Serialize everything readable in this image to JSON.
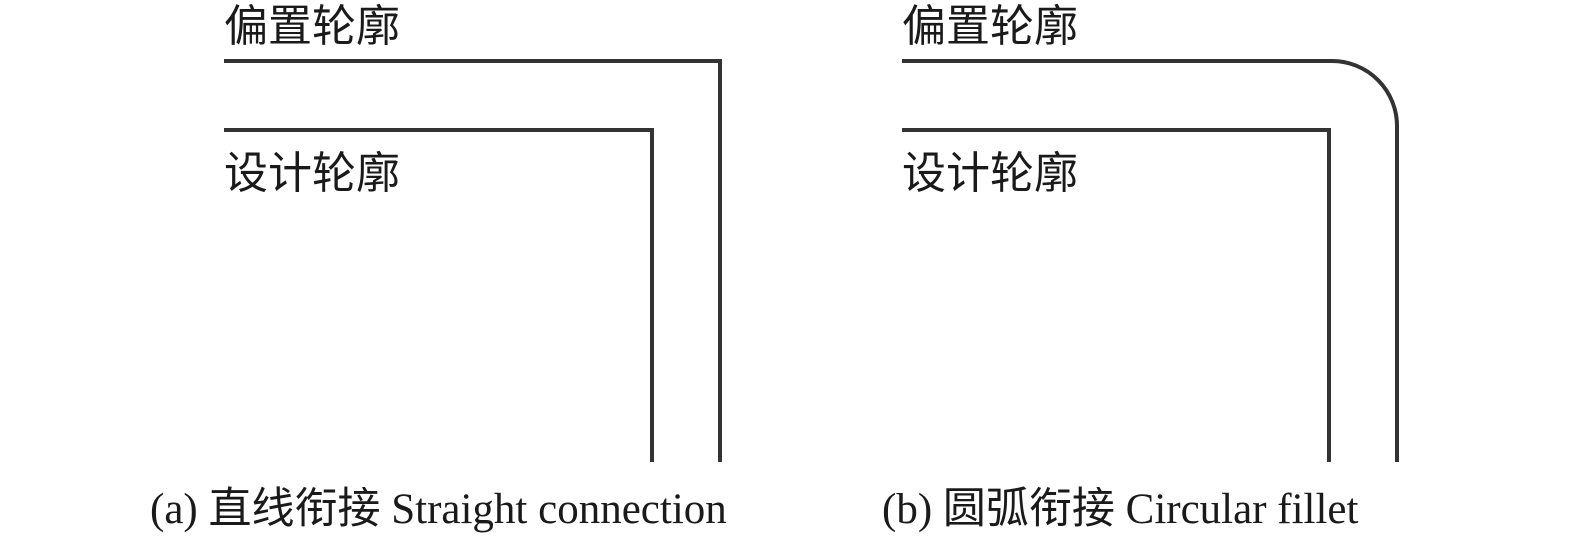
{
  "panels": [
    {
      "offset_label": "偏置轮廓",
      "design_label": "设计轮廓",
      "caption": "(a) 直线衔接 Straight connection",
      "corner": "sharp"
    },
    {
      "offset_label": "偏置轮廓",
      "design_label": "设计轮廓",
      "caption": "(b) 圆弧衔接 Circular fillet",
      "corner": "arc"
    }
  ],
  "colors": {
    "line": "#333333",
    "text": "#1a1a1a"
  }
}
